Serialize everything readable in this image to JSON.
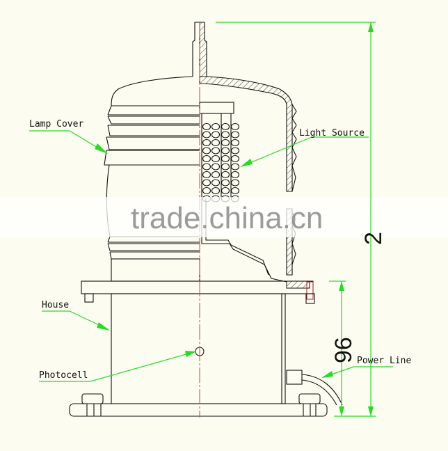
{
  "labels": {
    "lamp_cover": "Lamp Cover",
    "light_source": "Light Source",
    "house": "House",
    "photocell": "Photocell",
    "power_line": "Power Line"
  },
  "dimensions": {
    "overall_height": "2",
    "base_height": "96"
  },
  "watermark": "trade.china.cn",
  "colors": {
    "background": "#fcfcf0",
    "dimension": "#22dd22",
    "centerline": "#e04040",
    "line": "#111111"
  }
}
